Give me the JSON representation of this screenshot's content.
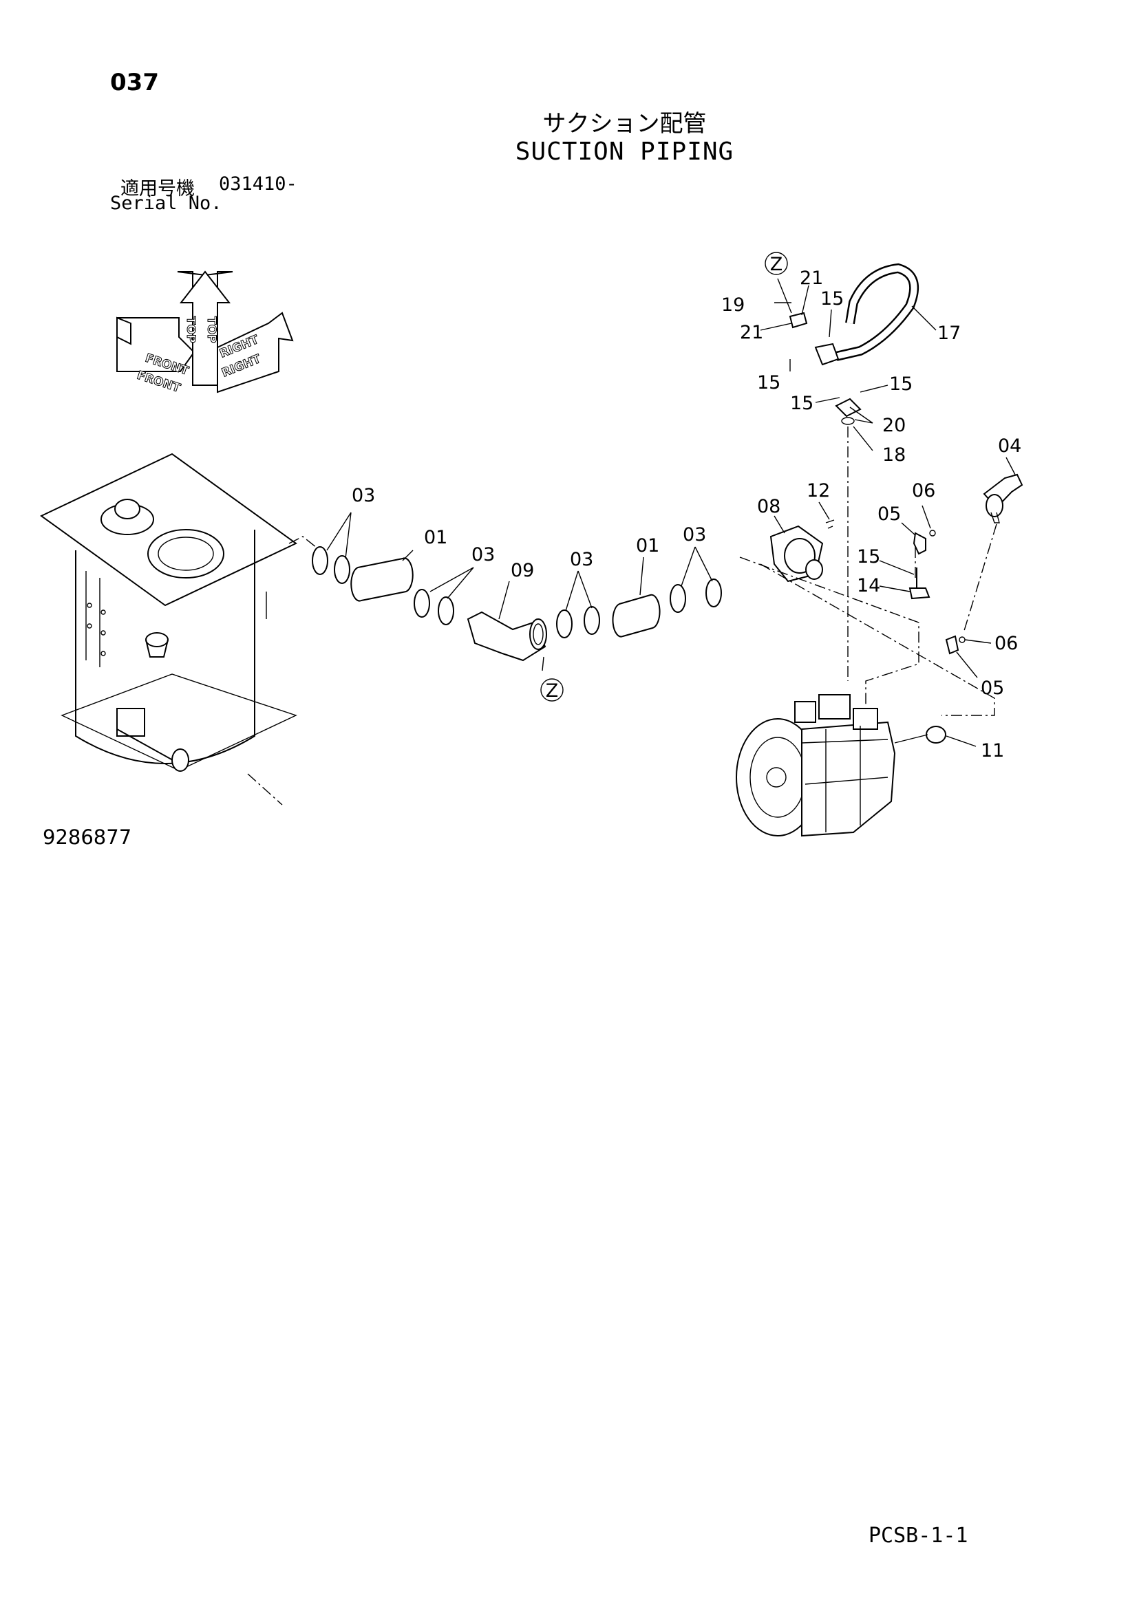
{
  "header": {
    "page_number": "037",
    "title_jp": "サクション配管",
    "title_en": "SUCTION PIPING",
    "serial_label_jp": "適用号機",
    "serial_value": "031410-",
    "serial_label_en": "Serial No."
  },
  "orientation_indicator": {
    "labels": [
      "FRONT",
      "FRONT",
      "TOP",
      "TOP",
      "RIGHT",
      "RIGHT"
    ]
  },
  "zone_markers": [
    "Z",
    "Z"
  ],
  "callouts": [
    {
      "id": "c03a",
      "text": "03"
    },
    {
      "id": "c01a",
      "text": "01"
    },
    {
      "id": "c03b",
      "text": "03"
    },
    {
      "id": "c09",
      "text": "09"
    },
    {
      "id": "c03c",
      "text": "03"
    },
    {
      "id": "c01b",
      "text": "01"
    },
    {
      "id": "c03d",
      "text": "03"
    },
    {
      "id": "c08",
      "text": "08"
    },
    {
      "id": "c12",
      "text": "12"
    },
    {
      "id": "c04",
      "text": "04"
    },
    {
      "id": "c06a",
      "text": "06"
    },
    {
      "id": "c05a",
      "text": "05"
    },
    {
      "id": "c15d",
      "text": "15"
    },
    {
      "id": "c14",
      "text": "14"
    },
    {
      "id": "c06b",
      "text": "06"
    },
    {
      "id": "c05b",
      "text": "05"
    },
    {
      "id": "c11",
      "text": "11"
    },
    {
      "id": "c21a",
      "text": "21"
    },
    {
      "id": "c19",
      "text": "19"
    },
    {
      "id": "c15a",
      "text": "15"
    },
    {
      "id": "c21b",
      "text": "21"
    },
    {
      "id": "c17",
      "text": "17"
    },
    {
      "id": "c15b",
      "text": "15"
    },
    {
      "id": "c15c",
      "text": "15"
    },
    {
      "id": "c15e",
      "text": "15"
    },
    {
      "id": "c20",
      "text": "20"
    },
    {
      "id": "c18",
      "text": "18"
    }
  ],
  "footer": {
    "drawing_number": "9286877",
    "code": "PCSB-1-1"
  }
}
